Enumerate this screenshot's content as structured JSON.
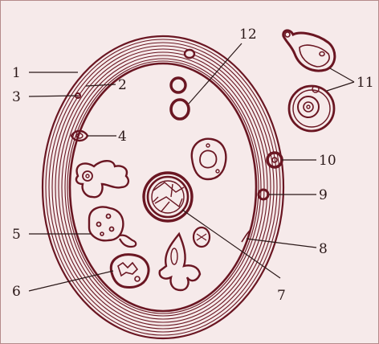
{
  "colors": {
    "background": "#f6eaea",
    "ink": "#6a1622",
    "label": "#2a1818"
  },
  "labels": {
    "l1": "1",
    "l2": "2",
    "l3": "3",
    "l4": "4",
    "l5": "5",
    "l6": "6",
    "l7": "7",
    "l8": "8",
    "l9": "9",
    "l10": "10",
    "l11": "11",
    "l12": "12"
  }
}
